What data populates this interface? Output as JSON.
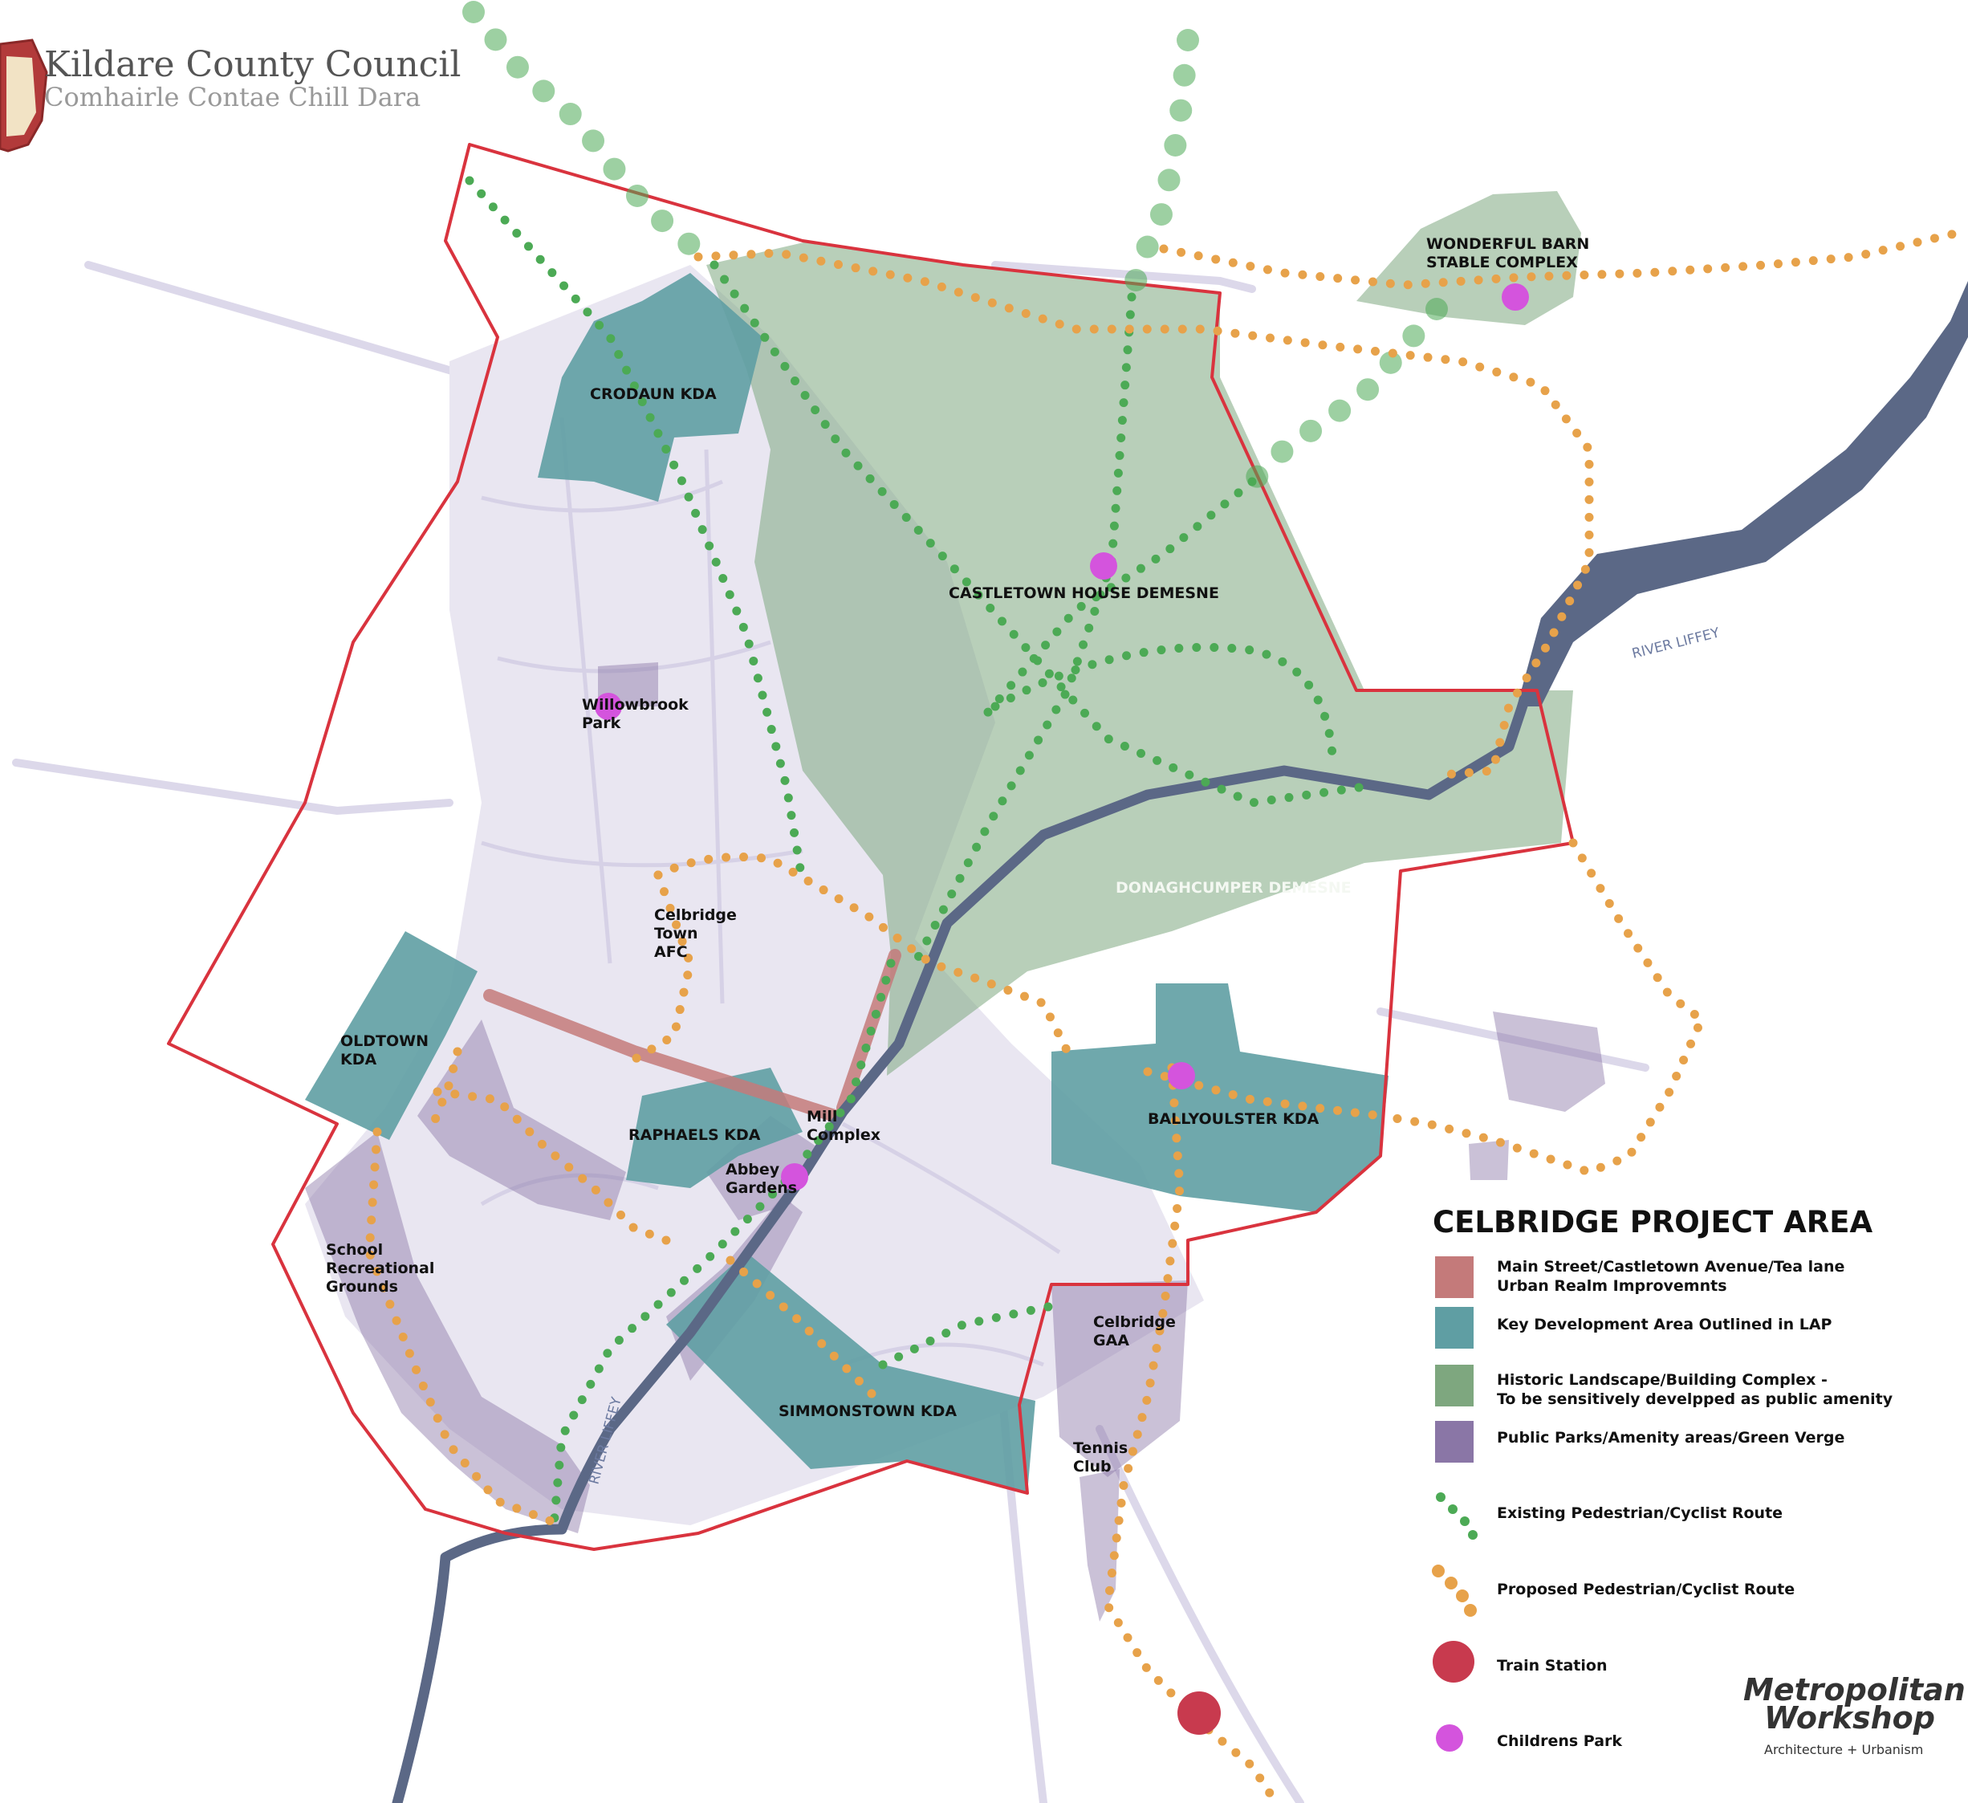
{
  "header": {
    "council_en": "Kildare County Council",
    "council_ga": "Comhairle Contae Chill Dara"
  },
  "colors": {
    "urban_realm": "#c47a7a",
    "kda": "#5f9ea3",
    "historic": "#7ea77f",
    "parks": "#8a76a6",
    "existing_route": "#4caa55",
    "proposed_route": "#e7a24a",
    "train_station": "#c83a4e",
    "childrens_park": "#d454dd",
    "river": "#5b6886",
    "boundary": "#d9333e"
  },
  "labels": {
    "crodaun": "CRODAUN   KDA",
    "castletown": "CASTLETOWN HOUSE DEMESNE",
    "wonderful_1": "WONDERFUL BARN",
    "wonderful_2": "STABLE COMPLEX",
    "donaghcumper": "DONAGHCUMPER  DEMESNE",
    "river_liffey_ne": "RIVER LIFFEY",
    "river_liffey_sw": "RIVER LIFFEY",
    "willowbrook_1": "Willowbrook",
    "willowbrook_2": "Park",
    "celbridge_afc_1": "Celbridge",
    "celbridge_afc_2": "Town",
    "celbridge_afc_3": "AFC",
    "oldtown_1": "OLDTOWN",
    "oldtown_2": "KDA",
    "mill_1": "Mill",
    "mill_2": "Complex",
    "raphaels": "RAPHAELS  KDA",
    "abbey_1": "Abbey",
    "abbey_2": "Gardens",
    "ballyoulster": "BALLYOULSTER   KDA",
    "school_1": "School",
    "school_2": "Recreational",
    "school_3": "Grounds",
    "gaa_1": "Celbridge",
    "gaa_2": "GAA",
    "simmonstown": "SIMMONSTOWN   KDA",
    "tennis_1": "Tennis",
    "tennis_2": "Club"
  },
  "legend": {
    "title": "CELBRIDGE PROJECT AREA",
    "items": [
      {
        "key": "urban_realm",
        "line1": "Main Street/Castletown Avenue/Tea lane",
        "line2": "Urban Realm Improvemnts"
      },
      {
        "key": "kda",
        "line1": "Key Development Area Outlined in LAP",
        "line2": ""
      },
      {
        "key": "historic",
        "line1": "Historic Landscape/Building Complex -",
        "line2": "To be sensitively develpped as public amenity"
      },
      {
        "key": "parks",
        "line1": "Public Parks/Amenity areas/Green Verge",
        "line2": ""
      },
      {
        "key": "existing_route",
        "line1": "Existing Pedestrian/Cyclist Route",
        "line2": ""
      },
      {
        "key": "proposed_route",
        "line1": "Proposed Pedestrian/Cyclist Route",
        "line2": ""
      },
      {
        "key": "train_station",
        "line1": "Train Station",
        "line2": ""
      },
      {
        "key": "childrens_park",
        "line1": "Childrens Park",
        "line2": ""
      }
    ]
  },
  "credit": {
    "line1": "Metropolitan",
    "line2": "Workshop",
    "line3": "Architecture + Urbanism"
  }
}
